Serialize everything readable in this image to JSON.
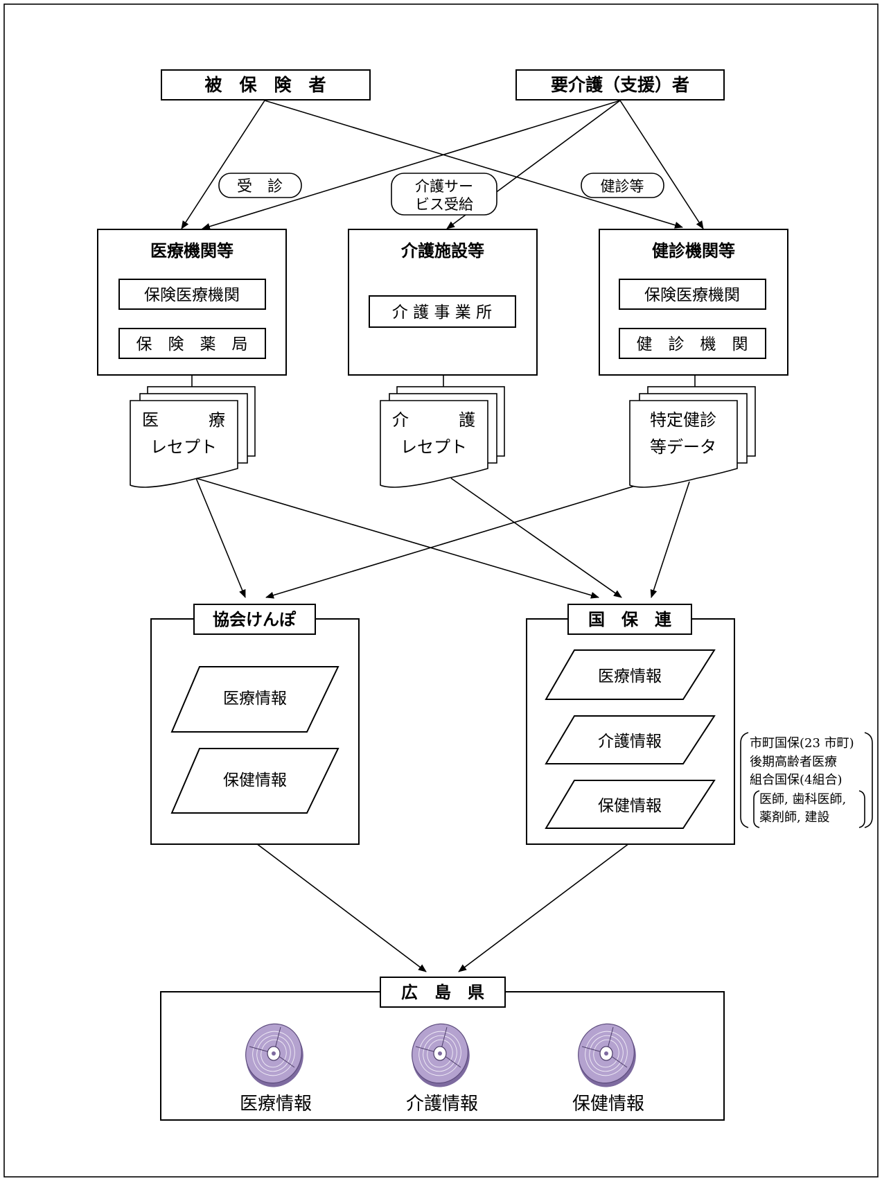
{
  "top": {
    "insured": "被　保　険　者",
    "care_recipient": "要介護（支援）者"
  },
  "edge_labels": {
    "consultation": "受　診",
    "care_service": [
      "介護サー",
      "ビス受給"
    ],
    "checkup": "健診等"
  },
  "providers": {
    "medical": {
      "title": "医療機関等",
      "items": [
        "保険医療機関",
        "保　険　薬　局"
      ]
    },
    "care": {
      "title": "介護施設等",
      "items": [
        "介 護 事 業 所"
      ]
    },
    "checkup": {
      "title": "健診機関等",
      "items": [
        "保険医療機関",
        "健　診　機　関"
      ]
    }
  },
  "documents": {
    "medical": [
      "医　　　療",
      "レセプト"
    ],
    "care": [
      "介　　　護",
      "レセプト"
    ],
    "checkup": [
      "特定健診",
      "等データ"
    ]
  },
  "insurers": {
    "kyokai": {
      "title": "協会けんぽ",
      "items": [
        "医療情報",
        "保健情報"
      ]
    },
    "kokuhoren": {
      "title": "国　保　連",
      "items": [
        "医療情報",
        "介護情報",
        "保健情報"
      ]
    }
  },
  "kokuhoren_note": {
    "lines": [
      "市町国保(23 市町)",
      "後期高齢者医療",
      "組合国保(4組合)"
    ],
    "sub": [
      "医師, 歯科医師,",
      "薬剤師, 建設"
    ]
  },
  "prefecture": {
    "title": "広　島　県",
    "items": [
      "医療情報",
      "介護情報",
      "保健情報"
    ]
  },
  "colors": {
    "disc": "#b4a2cf",
    "disc_dark": "#7d6a9f",
    "line": "#000000"
  }
}
